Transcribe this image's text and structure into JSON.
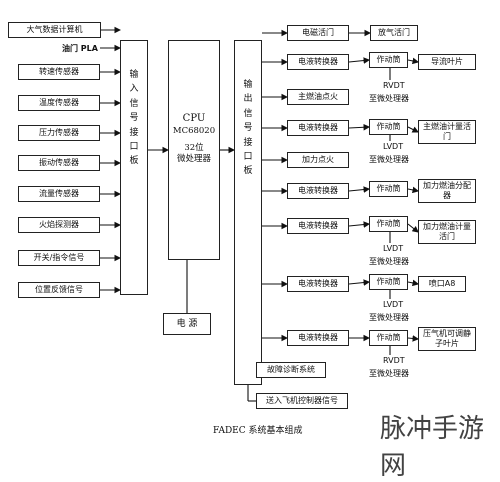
{
  "inputs": [
    "大气数据计算机",
    "油门 PLA",
    "转速传感器",
    "温度传感器",
    "压力传感器",
    "振动传感器",
    "流量传感器",
    "火焰探测器",
    "开关/指令信号",
    "位置反馈信号"
  ],
  "input_board": "输入信号接口板",
  "cpu": {
    "line1": "CPU",
    "line2": "MC68020",
    "line3": "32位",
    "line4": "微处理器"
  },
  "power": "电 源",
  "output_board": "输出信号接口板",
  "outputs": {
    "solenoid": "电磁活门",
    "bleed_valve": "放气活门",
    "ignition": "主燃油点火",
    "afterburner_ignition": "加力点火",
    "fault_diag": "故障诊断系统",
    "aircraft_ctrl": "送入飞机控制器信号"
  },
  "converter": "电液转换器",
  "actuator": "作动筒",
  "sensors": {
    "rvdt": "RVDT",
    "lvdt": "LVDT",
    "to_mcu": "至微处理器"
  },
  "targets": [
    "导流叶片",
    "主燃油计量活门",
    "加力燃油分配器",
    "加力燃油计量活门",
    "喷口A8",
    "压气机可调静子叶片"
  ],
  "caption": "FADEC 系统基本组成",
  "watermark": "脉冲手游网"
}
